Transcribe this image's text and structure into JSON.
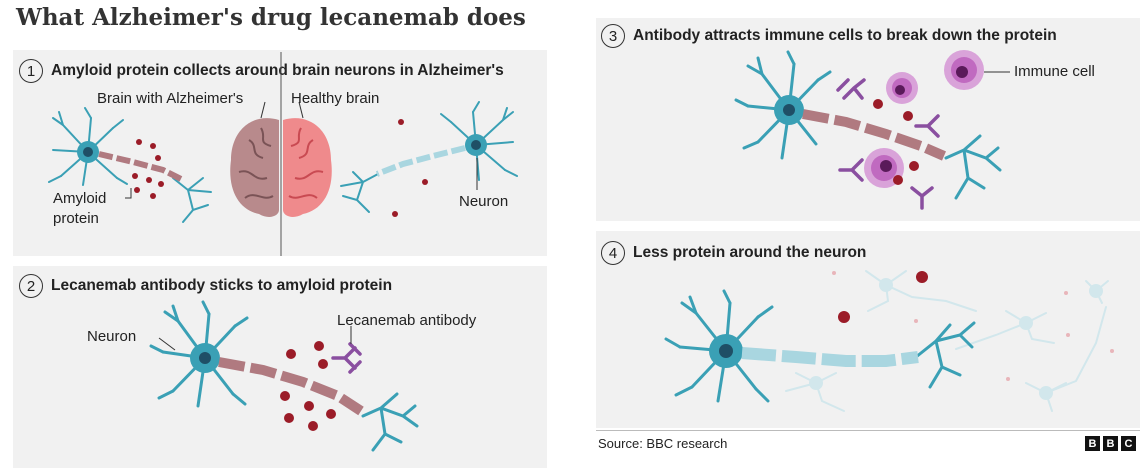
{
  "title": "What Alzheimer's drug lecanemab does",
  "panels": [
    {
      "number": "1",
      "heading": "Amyloid protein collects around brain neurons in Alzheimer's",
      "labels": {
        "brain_alz": "Brain with Alzheimer's",
        "brain_healthy": "Healthy brain",
        "amyloid_line1": "Amyloid",
        "amyloid_line2": "protein",
        "neuron": "Neuron"
      }
    },
    {
      "number": "2",
      "heading": "Lecanemab antibody sticks to amyloid protein",
      "labels": {
        "neuron": "Neuron",
        "antibody": "Lecanemab antibody"
      }
    },
    {
      "number": "3",
      "heading": "Antibody attracts immune cells to break down the protein",
      "labels": {
        "immune_cell": "Immune cell"
      }
    },
    {
      "number": "4",
      "heading": "Less protein around the neuron",
      "labels": {}
    }
  ],
  "source": "Source: BBC research",
  "logo": [
    "B",
    "B",
    "C"
  ],
  "colors": {
    "neuron": "#3aa0b5",
    "nucleus": "#1f4f66",
    "axon_diseased": "#b07a80",
    "axon_healthy": "#a9d6e0",
    "amyloid": "#9b1c28",
    "antibody": "#8a4fa0",
    "immune_cell": "#c06ac0",
    "brain_alz": "#b88a8c",
    "brain_healthy": "#ef8a8c",
    "panel_bg": "#f1f1f1"
  }
}
